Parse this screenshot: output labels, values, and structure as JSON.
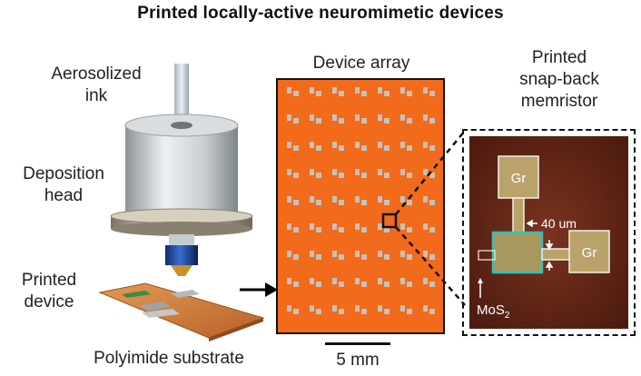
{
  "figure": {
    "title": "Printed locally-active  neuromimetic  devices",
    "left_labels": {
      "aerosolized_ink_line1": "Aerosolized",
      "aerosolized_ink_line2": "ink",
      "deposition_head_line1": "Deposition",
      "deposition_head_line2": "head",
      "printed_device_line1": "Printed",
      "printed_device_line2": "device",
      "substrate": "Polyimide substrate"
    },
    "array": {
      "title": "Device array",
      "scale_bar": "5 mm",
      "colors": {
        "substrate": "#f26a1b",
        "device": "#c7c2b8"
      }
    },
    "memristor": {
      "title_line1": "Printed",
      "title_line2": "snap-back",
      "title_line3": "memristor",
      "electrode_left": "Gr",
      "electrode_right": "Gr",
      "gap_label": "40 um",
      "channel_label": "MoS",
      "channel_subscript": "2",
      "colors": {
        "background": "#6b2a18",
        "electrode": "#b9a36a",
        "channel_outline": "#2ec4b6"
      }
    }
  }
}
